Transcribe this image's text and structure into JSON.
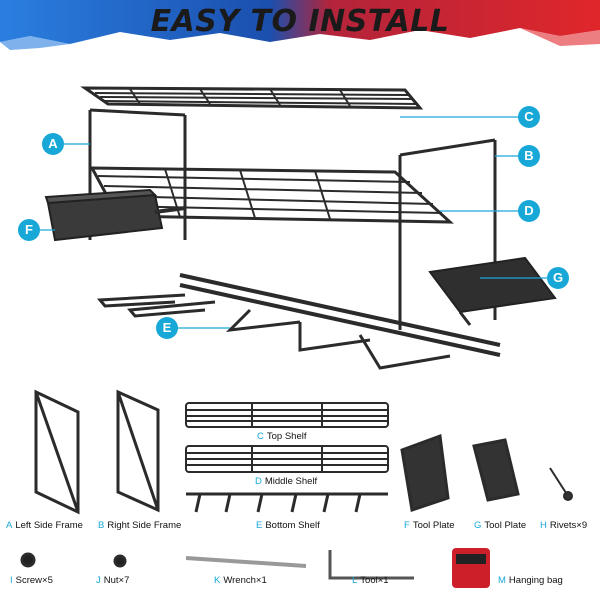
{
  "banner": {
    "title": "EASY TO INSTALL",
    "left_color": "#1e6fd6",
    "right_color": "#d6262f"
  },
  "callouts": {
    "a": "A",
    "b": "B",
    "c": "C",
    "d": "D",
    "e": "E",
    "f": "F",
    "g": "G"
  },
  "accent_color": "#18a8d8",
  "parts": [
    {
      "letter": "A",
      "label": "Left Side Frame"
    },
    {
      "letter": "B",
      "label": "Right Side Frame"
    },
    {
      "letter": "C",
      "label": "Top Shelf"
    },
    {
      "letter": "D",
      "label": "Middle Shelf"
    },
    {
      "letter": "E",
      "label": "Bottom Shelf"
    },
    {
      "letter": "F",
      "label": "Tool Plate"
    },
    {
      "letter": "G",
      "label": "Tool Plate"
    },
    {
      "letter": "H",
      "label": "Rivets×9"
    },
    {
      "letter": "I",
      "label": "Screw×5"
    },
    {
      "letter": "J",
      "label": "Nut×7"
    },
    {
      "letter": "K",
      "label": "Wrench×1"
    },
    {
      "letter": "L",
      "label": "Tool×1"
    },
    {
      "letter": "M",
      "label": "Hanging bag"
    }
  ]
}
